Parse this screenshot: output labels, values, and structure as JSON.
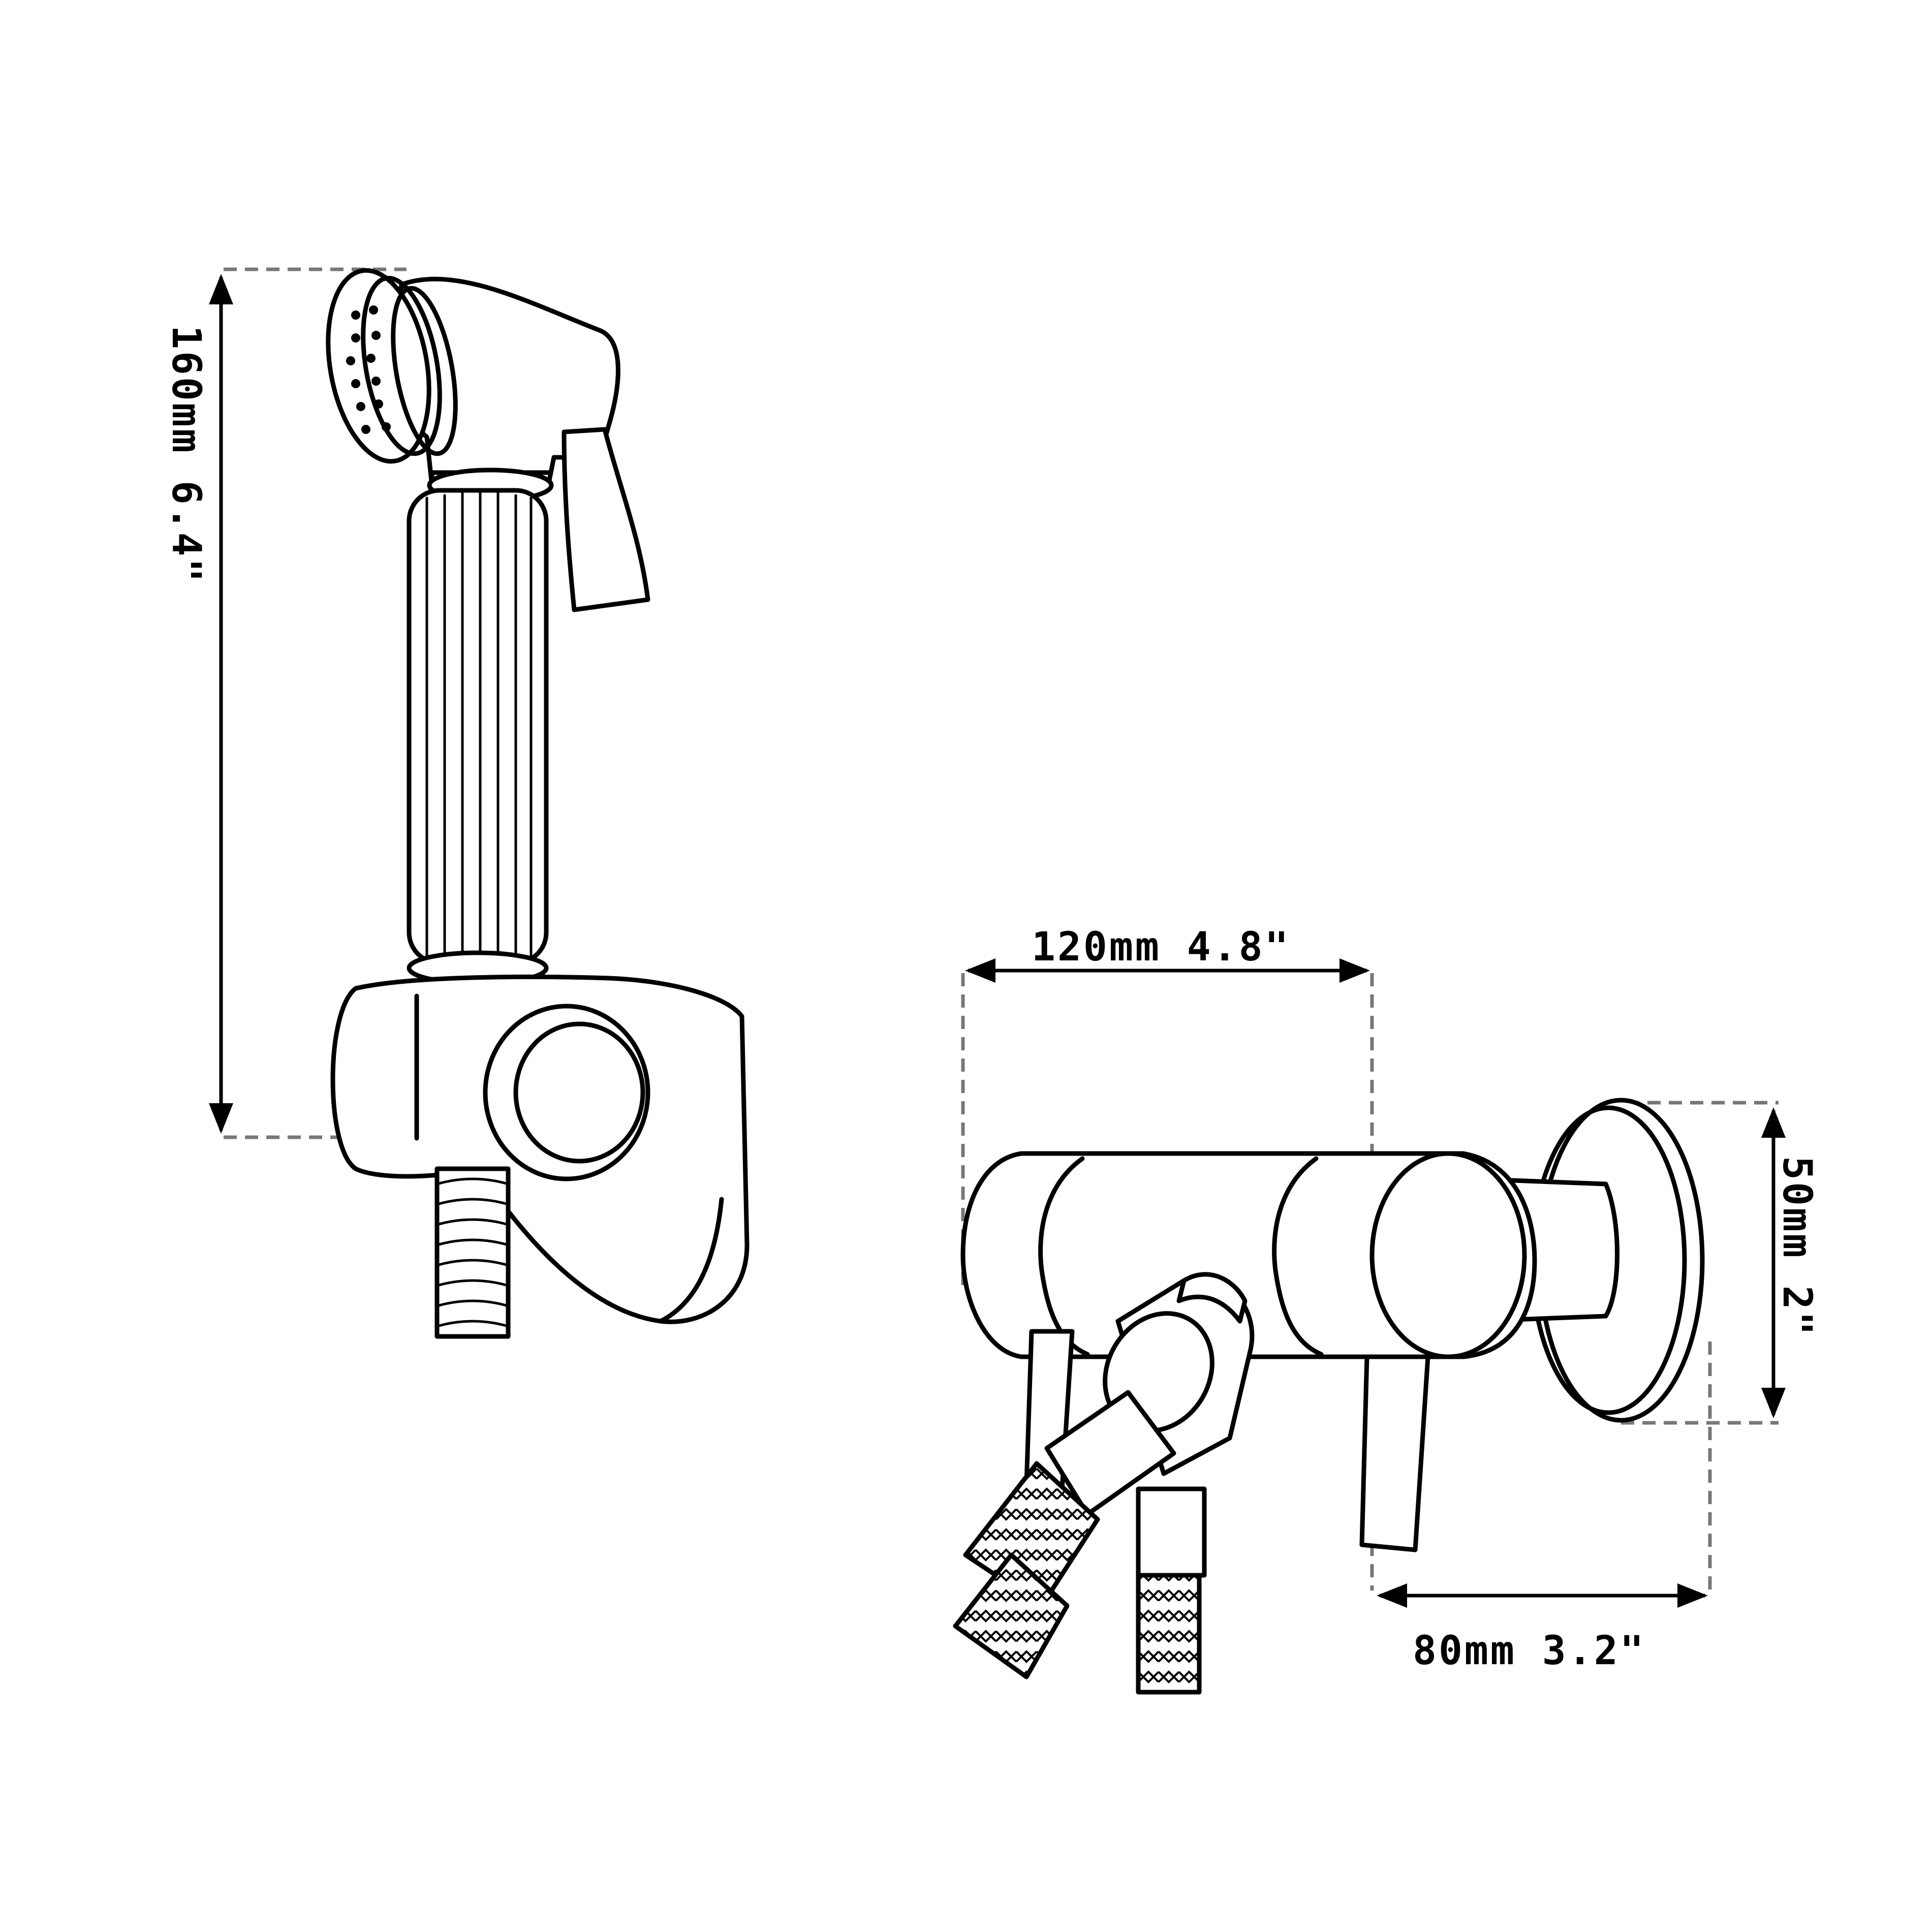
{
  "dimensions": {
    "height": "160mm 6.4\"",
    "width_body": "120mm 4.8\"",
    "depth": "80mm 3.2\"",
    "flange_diameter": "50mm 2\""
  },
  "colors": {
    "ink": "#000000",
    "guide": "#777777",
    "background": "#ffffff"
  }
}
